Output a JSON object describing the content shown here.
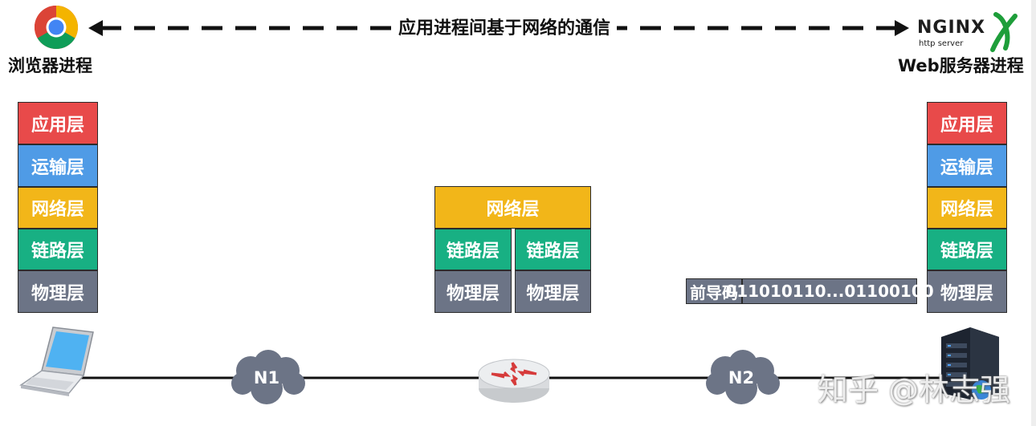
{
  "top": {
    "banner": "应用进程间基于网络的通信",
    "browser_label": "浏览器进程",
    "server_label": "Web服务器进程",
    "nginx_logo": "NGINX",
    "nginx_sub": "http server"
  },
  "client_stack": [
    "应用层",
    "运输层",
    "网络层",
    "链路层",
    "物理层"
  ],
  "server_stack": [
    "应用层",
    "运输层",
    "网络层",
    "链路层",
    "物理层"
  ],
  "router_stack": {
    "network": "网络层",
    "link_left": "链路层",
    "link_right": "链路层",
    "phys_left": "物理层",
    "phys_right": "物理层"
  },
  "frame": {
    "preamble": "前导码",
    "bits": "011010110...01100100"
  },
  "networks": {
    "n1": "N1",
    "n2": "N2"
  },
  "watermark": "知乎 @林志强",
  "colors": {
    "application": "#e84a4a",
    "transport": "#4f9be6",
    "network": "#f2b619",
    "link": "#18b083",
    "physical": "#6c7486"
  }
}
